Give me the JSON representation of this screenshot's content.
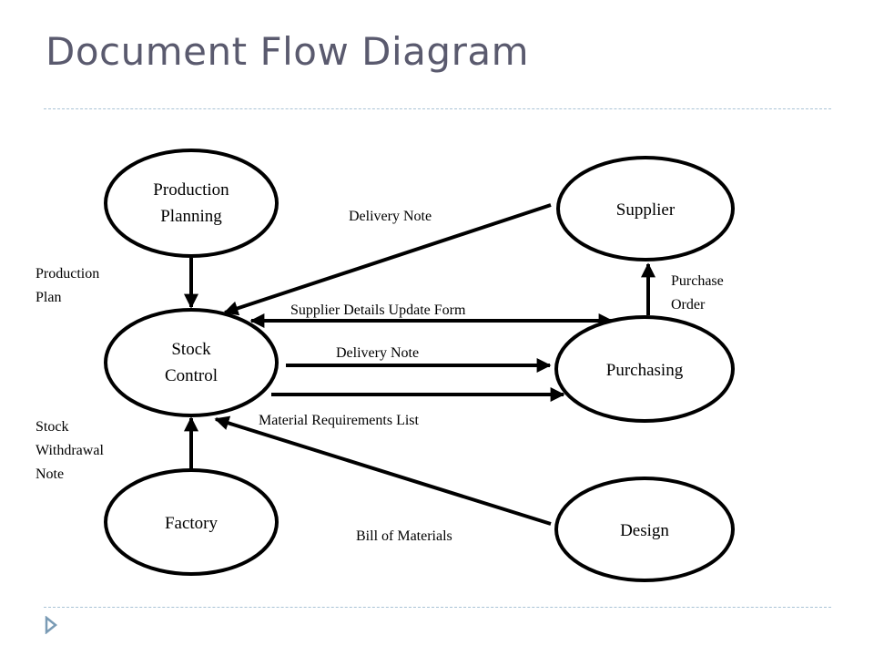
{
  "title": "Document Flow Diagram",
  "nodes": {
    "production_planning": [
      "Production",
      "Planning"
    ],
    "supplier": [
      "Supplier"
    ],
    "stock_control": [
      "Stock",
      "Control"
    ],
    "purchasing": [
      "Purchasing"
    ],
    "factory": [
      "Factory"
    ],
    "design": [
      "Design"
    ]
  },
  "edges": {
    "production_plan": [
      "Production",
      "Plan"
    ],
    "delivery_note_supplier": "Delivery Note",
    "purchase_order": [
      "Purchase",
      "Order"
    ],
    "supplier_details": "Supplier Details Update Form",
    "delivery_note_stock": "Delivery Note",
    "material_requirements": "Material Requirements List",
    "stock_withdrawal": [
      "Stock",
      "Withdrawal",
      "Note"
    ],
    "bill_of_materials": "Bill of Materials"
  },
  "colors": {
    "title": "#5a5a6e",
    "rule": "#a9c3d6",
    "bullet": "#7a9bb5"
  }
}
